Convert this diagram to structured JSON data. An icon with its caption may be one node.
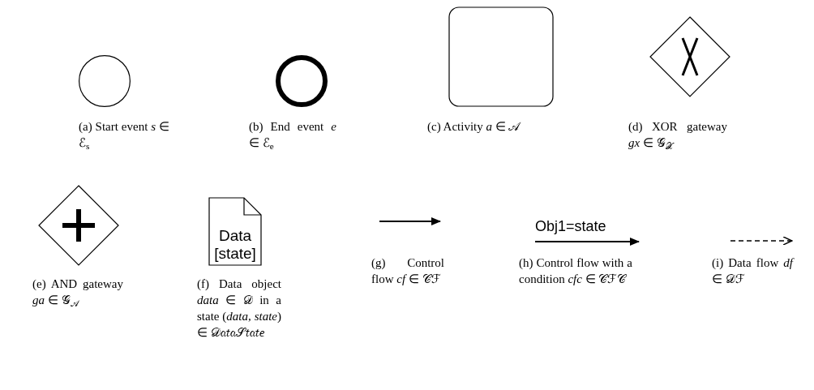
{
  "diagram": {
    "nodes": [
      {
        "text": [],
        "shape": "circle",
        "beside": [
          "(a) Start event *s* ∈ ℰ$_{s}$"
        ]
      },
      {
        "text": [],
        "shape": "circle",
        "beside": [
          "(b) End event *e* ∈ ℰ$_{e}$"
        ]
      },
      {
        "text": [],
        "shape": "box",
        "beside": [
          "(c) Activity *a* ∈ 𝒜"
        ]
      },
      {
        "text": [],
        "shape": "diamond",
        "beside": [
          "(d) XOR gateway *gx* ∈ 𝒢$_{𝒳}$"
        ]
      },
      {
        "text": [],
        "shape": "diamond",
        "beside": [
          "(e) AND gateway *ga* ∈ 𝒢$_{𝒜}$"
        ]
      },
      {
        "text": [
          "Data [state]"
        ],
        "beside": [
          "(f) Data object *data* ∈ 𝒟 in a state (*data*, *state*) ∈ 𝒟𝑎𝑡𝑎𝒮𝑡𝑎𝑡𝑒"
        ]
      }
    ],
    "labels": [
      "(g) Control flow *cf* ∈ 𝒞ℱ",
      "Obj1=state",
      "(h) Control flow with a condition *cfc* ∈ 𝒞ℱ𝒞",
      "(i) Data flow *df* ∈ 𝒟ℱ"
    ]
  }
}
